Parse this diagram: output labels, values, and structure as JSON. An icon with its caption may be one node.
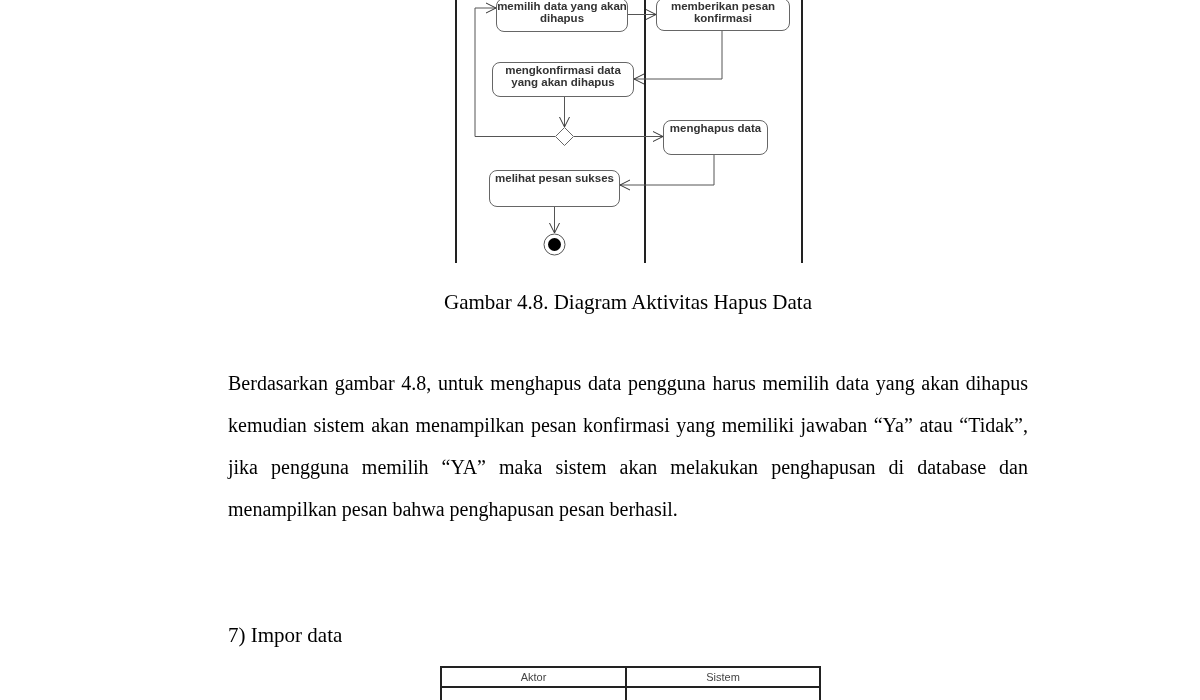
{
  "diagram": {
    "caption": "Gambar 4.8. Diagram Aktivitas Hapus Data",
    "nodes": [
      {
        "text": [
          "memilih data yang akan dihapus"
        ]
      },
      {
        "text": [
          "memberikan pesan konfirmasi"
        ]
      },
      {
        "text": [
          "mengkonfirmasi data yang akan dihapus"
        ]
      },
      {
        "text": [],
        "shape": "diamond"
      },
      {
        "text": [
          "menghapus data"
        ]
      },
      {
        "text": [
          "melihat pesan sukses"
        ]
      },
      {
        "text": [],
        "shape": "circle"
      }
    ],
    "edges": [
      {
        "from": 0,
        "to": 1,
        "arrow": "to"
      },
      {
        "from": 1,
        "to": 2,
        "arrow": "to"
      },
      {
        "from": 2,
        "to": 3,
        "arrow": "to"
      },
      {
        "from": 3,
        "to": 0,
        "arrow": "to"
      },
      {
        "from": 3,
        "to": 4,
        "arrow": "to"
      },
      {
        "from": 4,
        "to": 5,
        "arrow": "to"
      },
      {
        "from": 5,
        "to": 6,
        "arrow": "to"
      }
    ],
    "labels": [
      "Berdasarkan gambar 4.8, untuk menghapus data pengguna harus memilih data yang akan dihapus kemudian sistem akan menampilkan pesan konfirmasi yang memiliki jawaban “Ya” atau “Tidak”, jika pengguna memilih “YA” maka sistem akan melakukan penghapusan di database dan menampilkan pesan bahwa penghapusan pesan berhasil.",
      "7) Impor data",
      "Aktor",
      "Sistem"
    ]
  }
}
